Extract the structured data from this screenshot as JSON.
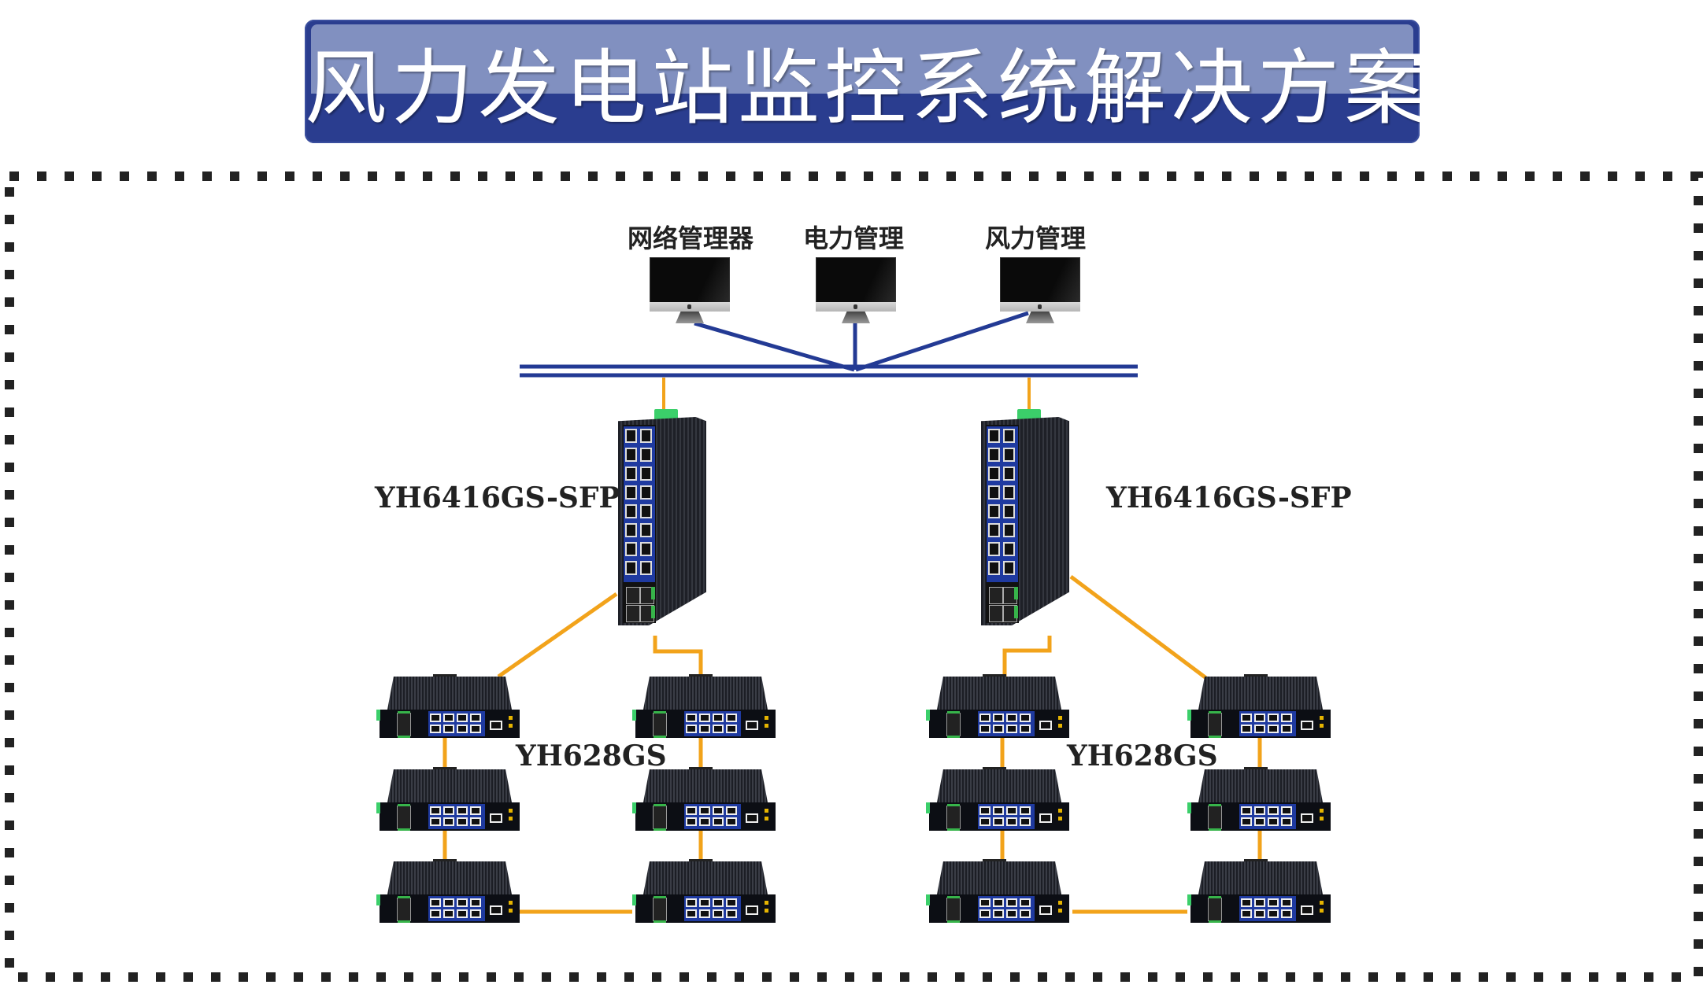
{
  "title": "风力发电站监控系统解决方案",
  "colors": {
    "banner": "#2a3d8f",
    "banner_gloss": "#8190c0",
    "bus": "#233a94",
    "link": "#f2a31b",
    "frame_dots": "#222222"
  },
  "management_stations": [
    {
      "label": "网络管理器",
      "icon": "desktop-monitor-icon"
    },
    {
      "label": "电力管理",
      "icon": "desktop-monitor-icon"
    },
    {
      "label": "风力管理",
      "icon": "desktop-monitor-icon"
    }
  ],
  "core_switches": [
    {
      "model": "YH6416GS-SFP",
      "side": "left"
    },
    {
      "model": "YH6416GS-SFP",
      "side": "right"
    }
  ],
  "access_groups": [
    {
      "model": "YH628GS",
      "side": "left",
      "switch_count": 6
    },
    {
      "model": "YH628GS",
      "side": "right",
      "switch_count": 6
    }
  ]
}
